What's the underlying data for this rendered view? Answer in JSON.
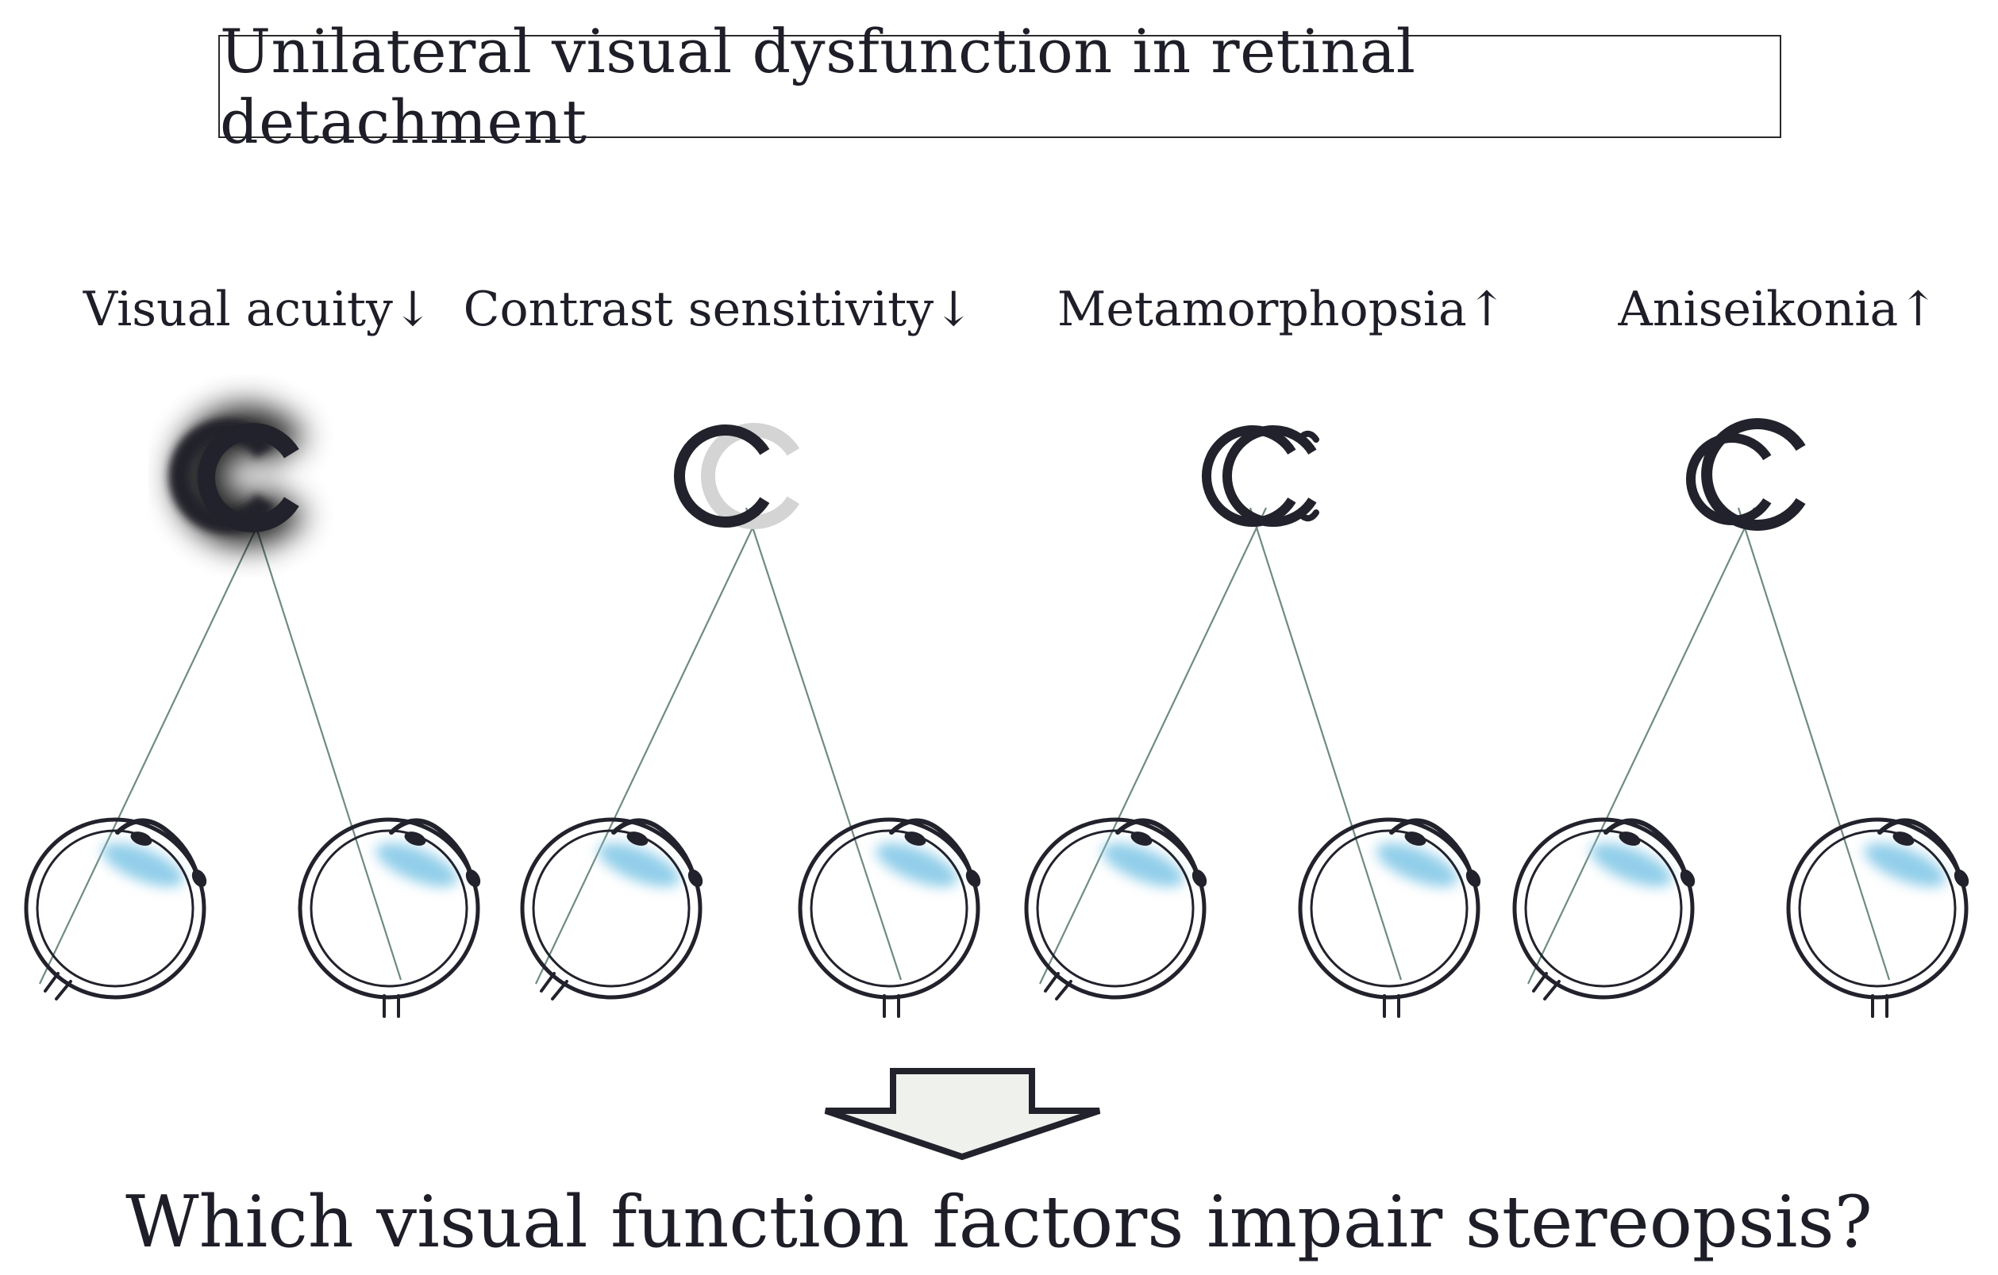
{
  "title": "Unilateral visual dysfunction in retinal detachment",
  "panels": [
    {
      "label": "Visual acuity↓",
      "effect": "blur"
    },
    {
      "label": "Contrast sensitivity↓",
      "effect": "contrast"
    },
    {
      "label": "Metamorphopsia↑",
      "effect": "distortion"
    },
    {
      "label": "Aniseikonia↑",
      "effect": "size"
    }
  ],
  "question": "Which visual function factors impair stereopsis?",
  "colors": {
    "ink": "#22222c",
    "faded_ring": "#d4d4d4",
    "detachment": "#7fc6e6",
    "arrow_fill": "#eef1ec"
  }
}
